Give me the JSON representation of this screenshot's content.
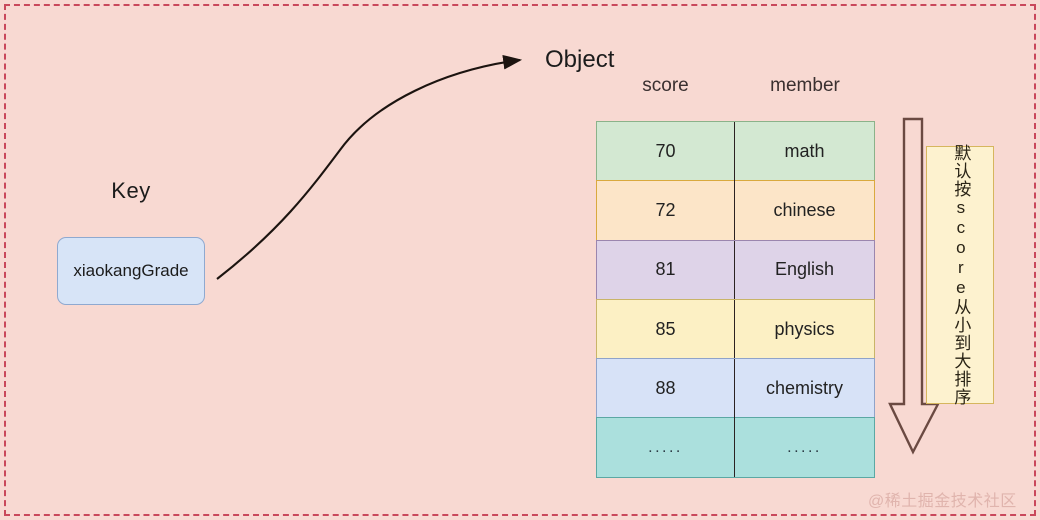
{
  "canvas": {
    "background_color": "#f8d9d2",
    "frame_border_color": "#c9485b"
  },
  "key_section": {
    "label": "Key",
    "box_value": "xiaokangGrade",
    "box_fill": "#d7e4f7",
    "box_border": "#8fa9d0"
  },
  "connector": {
    "name": "curved-arrow",
    "from": "xiaokangGrade",
    "to": "Object"
  },
  "object_section": {
    "label": "Object",
    "columns": [
      "score",
      "member"
    ],
    "rows": [
      {
        "score": "70",
        "member": "math",
        "color": "#d3e8d2"
      },
      {
        "score": "72",
        "member": "chinese",
        "color": "#fce5c8"
      },
      {
        "score": "81",
        "member": "English",
        "color": "#ded3e8"
      },
      {
        "score": "85",
        "member": "physics",
        "color": "#fcf0c4"
      },
      {
        "score": "88",
        "member": "chemistry",
        "color": "#d7e2f7"
      },
      {
        "score": ".....",
        "member": ".....",
        "color": "#abe0dd"
      }
    ],
    "row_borders": [
      "#8bb28a",
      "#d9a93e",
      "#9b86ae",
      "#c9b468",
      "#8fa3c9",
      "#5ba8a4"
    ]
  },
  "annotation": {
    "arrow_name": "down-arrow",
    "arrow_stroke": "#6b4a42",
    "note_text": "默认按score从小到大排序",
    "note_fill": "#fdf2cf",
    "note_border": "#d6b65e"
  },
  "watermark": {
    "text": "@稀土掘金技术社区",
    "color": "#e0b4ad"
  }
}
